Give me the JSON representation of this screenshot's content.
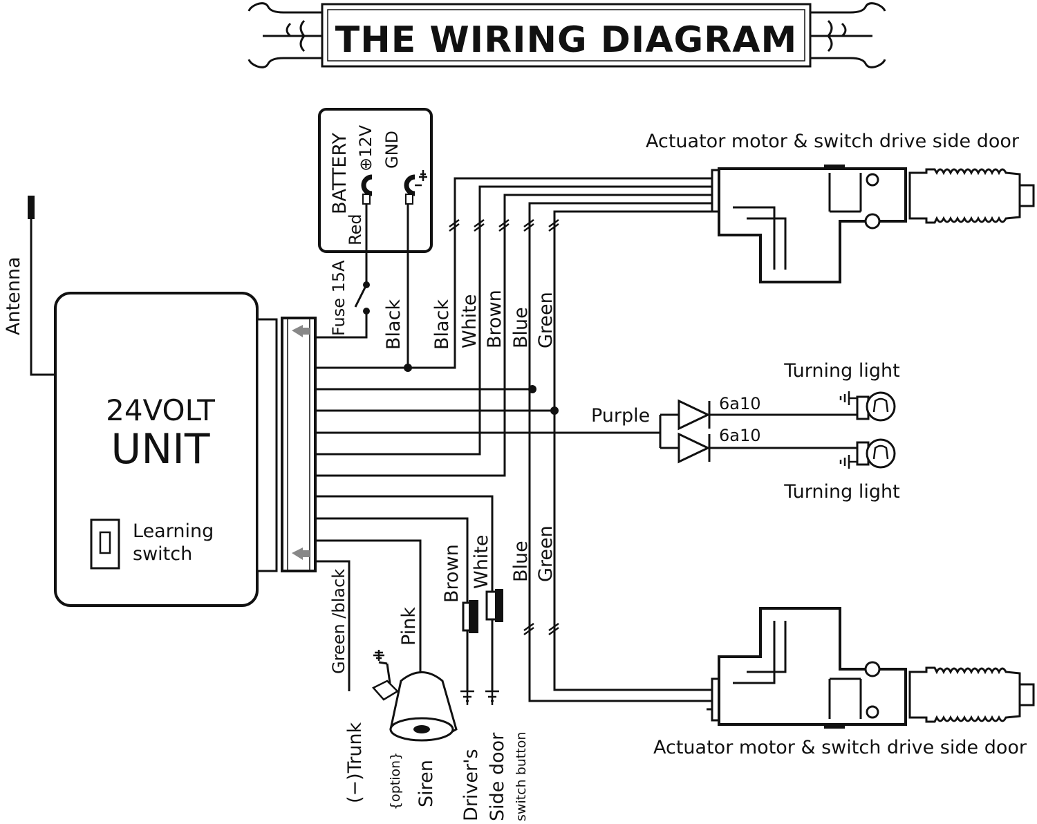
{
  "title": "THE WIRING DIAGRAM",
  "labels": {
    "antenna": "Antenna",
    "unit_line1": "24VOLT",
    "unit_line2": "UNIT",
    "learning_line1": "Learning",
    "learning_line2": "switch",
    "battery": "BATTERY",
    "battery_plus": "⊕12V",
    "battery_gnd": "GND",
    "battery_red": "Red",
    "fuse": "Fuse 15A",
    "wire_black_1": "Black",
    "wire_black_2": "Black",
    "wire_white": "White",
    "wire_brown": "Brown",
    "wire_blue": "Blue",
    "wire_green": "Green",
    "actuator_top": "Actuator motor & switch drive side door",
    "actuator_bottom": "Actuator motor & switch drive side door",
    "turning_light_top": "Turning light",
    "turning_light_bottom": "Turning light",
    "purple": "Purple",
    "diode_top": "6a10",
    "diode_bottom": "6a10",
    "green_black": "Green /black",
    "pink": "Pink",
    "brown_lower": "Brown",
    "white_lower": "White",
    "blue_lower": "Blue",
    "green_lower": "Green",
    "trunk": "(−)Trunk",
    "option": "{option}",
    "siren": "Siren",
    "drivers": "Driver's",
    "side_door": "Side door",
    "switch_button": "switch button"
  }
}
